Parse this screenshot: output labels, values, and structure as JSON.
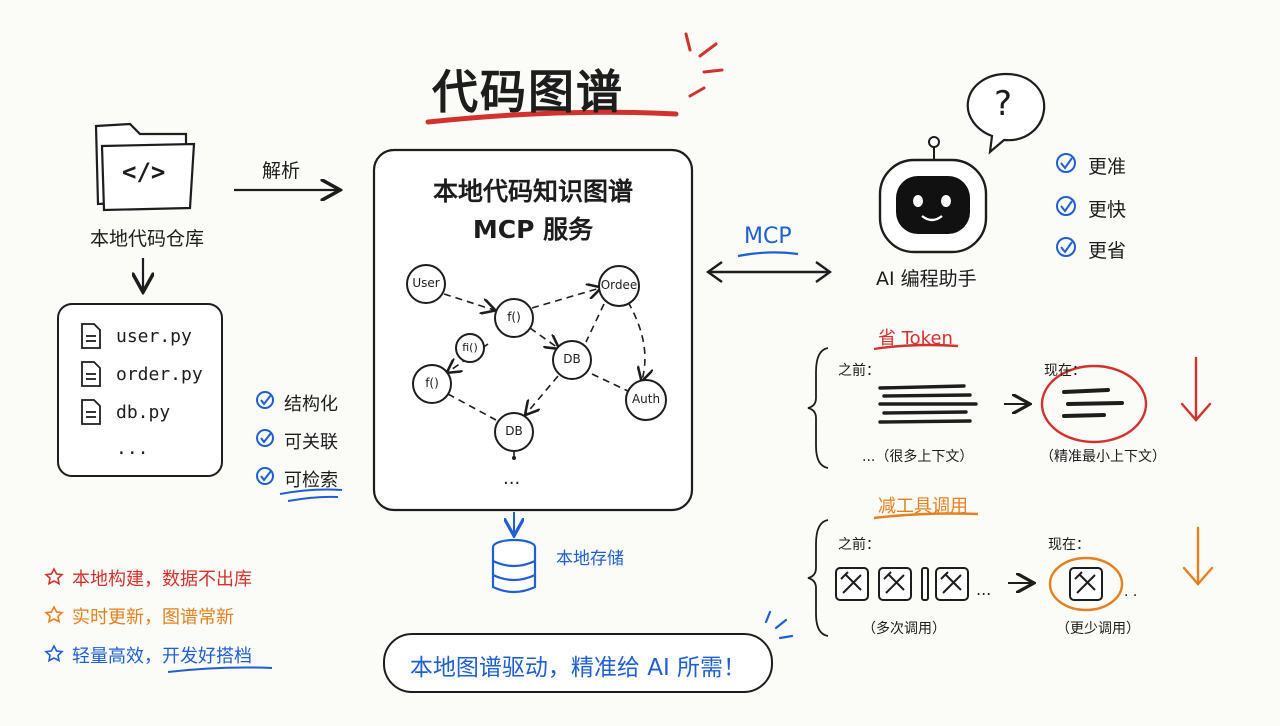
{
  "title": "代码图谱",
  "repo": {
    "label": "本地代码仓库",
    "folder_symbol": "</>",
    "files": [
      "user.py",
      "order.py",
      "db.py",
      "..."
    ]
  },
  "parse_label": "解析",
  "service": {
    "title_line1": "本地代码知识图谱",
    "title_line2": "MCP 服务",
    "nodes": {
      "user": "User",
      "f_top": "f()",
      "order": "Ordee",
      "fi": "fi()",
      "db": "DB",
      "f_left": "f()",
      "auth": "Auth",
      "db_bottom": "DB"
    },
    "ellipsis": "..."
  },
  "storage_label": "本地存储",
  "props": [
    "结构化",
    "可关联",
    "可检索"
  ],
  "mcp_label": "MCP",
  "assistant": {
    "label": "AI 编程助手",
    "bubble": "?",
    "benefits": [
      "更准",
      "更快",
      "更省"
    ]
  },
  "token_section": {
    "title": "省 Token",
    "before_label": "之前：",
    "after_label": "现在：",
    "before_caption": "...（很多上下文）",
    "after_caption": "（精准最小上下文）"
  },
  "tools_section": {
    "title": "减工具调用",
    "before_label": "之前：",
    "after_label": "现在：",
    "before_caption": "（多次调用）",
    "after_caption": "（更少调用）",
    "dots": "...",
    "after_dots": ". .",
    "tool_icons": [
      "wrench-screwdriver-icon",
      "wrench-screwdriver-icon",
      "wrench-screwdriver-icon",
      "wrench-screwdriver-icon"
    ]
  },
  "features": [
    {
      "text": "本地构建，数据不出库",
      "color": "#d2322d"
    },
    {
      "text": "实时更新，图谱常新",
      "color": "#e5801f"
    },
    {
      "text": "轻量高效，开发好搭档",
      "color": "#1f5fd1"
    }
  ],
  "slogan": "本地图谱驱动，精准给 AI 所需！",
  "colors": {
    "red": "#d2322d",
    "orange": "#e5801f",
    "blue": "#1f5fd1",
    "ink": "#1d1d1d"
  }
}
